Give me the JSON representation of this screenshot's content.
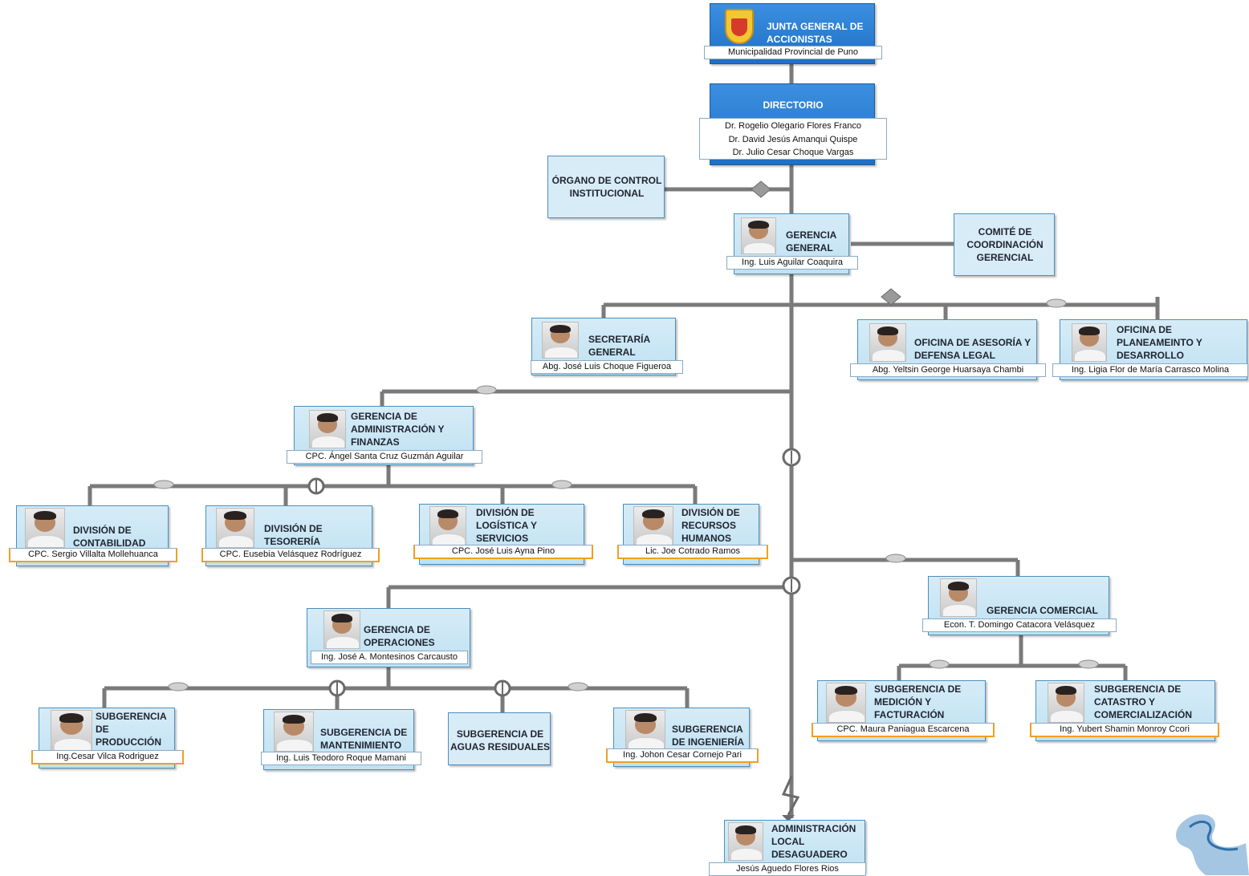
{
  "junta": {
    "title": "JUNTA GENERAL DE ACCIONISTAS",
    "name": "Municipalidad Provincial de Puno"
  },
  "directorio": {
    "title": "DIRECTORIO",
    "members": [
      "Dr. Rogelio Olegario Flores Franco",
      "Dr. David Jesús Amanqui Quispe",
      "Dr. Julio Cesar Choque Vargas"
    ]
  },
  "organo_control": {
    "title": "ÓRGANO DE CONTROL INSTITUCIONAL"
  },
  "comite": {
    "title": "COMITÉ DE COORDINACIÓN GERENCIAL"
  },
  "gerencia_general": {
    "title": "GERENCIA GENERAL",
    "name": "Ing. Luis Aguilar Coaquira"
  },
  "secretaria": {
    "title": "SECRETARÍA GENERAL",
    "name": "Abg. José Luis Choque Figueroa"
  },
  "asesoria": {
    "title": "OFICINA DE ASESORÍA Y DEFENSA LEGAL",
    "name": "Abg. Yeltsin George Huarsaya Chambi"
  },
  "planeamiento": {
    "title": "OFICINA DE PLANEAMEINTO Y DESARROLLO EMPRESARIAL",
    "name": "Ing. Ligia Flor de María Carrasco Molina"
  },
  "gaf": {
    "title": "GERENCIA DE ADMINISTRACIÓN Y FINANZAS",
    "name": "CPC. Ángel Santa Cruz Guzmán Aguilar"
  },
  "contabilidad": {
    "title": "DIVISIÓN DE CONTABILIDAD",
    "name": "CPC. Sergio Villalta Mollehuanca"
  },
  "tesoreria": {
    "title": "DIVISIÓN DE TESORERÍA",
    "name": "CPC. Eusebia Velásquez Rodríguez"
  },
  "logistica": {
    "title": "DIVISIÓN DE LOGÍSTICA Y SERVICIOS GENERALES",
    "name": "CPC. José Luis Ayna Pino"
  },
  "rrhh": {
    "title": "DIVISIÓN DE RECURSOS HUMANOS",
    "name": "Lic. Joe Cotrado Ramos"
  },
  "operaciones": {
    "title": "GERENCIA DE OPERACIONES",
    "name": "Ing. José A. Montesinos Carcausto"
  },
  "comercial": {
    "title": "GERENCIA COMERCIAL",
    "name": "Econ. T. Domingo Catacora Velásquez"
  },
  "produccion": {
    "title": "SUBGERENCIA DE PRODUCCIÓN DE AGUA",
    "name": "Ing.Cesar Vilca Rodriguez"
  },
  "mantenimiento": {
    "title": "SUBGERENCIA DE MANTENIMIENTO",
    "name": "Ing. Luis Teodoro Roque Mamani"
  },
  "residuales": {
    "title": "SUBGERENCIA DE AGUAS RESIDUALES"
  },
  "ingenieria": {
    "title": "SUBGERENCIA DE INGENIERÍA",
    "name": "Ing. Johon Cesar Cornejo Pari"
  },
  "medicion": {
    "title": "SUBGERENCIA DE MEDICIÓN Y FACTURACIÓN",
    "name": "CPC. Maura Paniagua Escarcena"
  },
  "catastro": {
    "title": "SUBGERENCIA DE CATASTRO Y COMERCIALIZACIÓN",
    "name": "Ing. Yubert Shamin Monroy Ccori"
  },
  "desaguadero": {
    "title": "ADMINISTRACIÓN LOCAL DESAGUADERO",
    "name": "Jesús Aguedo Flores Rios"
  },
  "colors": {
    "connector": "#7a7a7a",
    "box": "#bfe1f2",
    "dark_box": "#1f6fc4",
    "accent": "#f0a020"
  }
}
